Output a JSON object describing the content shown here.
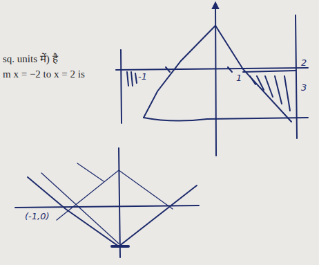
{
  "diagram": {
    "labels": [
      "sq. units में) है",
      "m x = −2 to x = 2 is",
      "-1",
      "1",
      "2",
      "3",
      "(-1,0)"
    ]
  }
}
